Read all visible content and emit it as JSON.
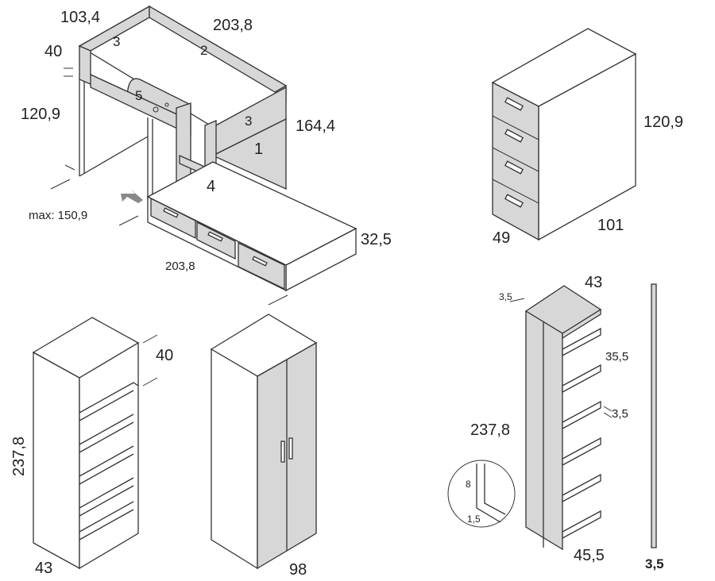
{
  "colors": {
    "panel": "#d7d7d7",
    "outline": "#333333",
    "background": "#ffffff"
  },
  "bunk_bed": {
    "depth_top": "103,4",
    "length_top": "203,8",
    "rail_height": "40",
    "height": "120,9",
    "total_height_right": "164,4",
    "max_label": "max: 150,9",
    "length_bottom": "203,8",
    "drawer_height": "32,5",
    "part_1": "1",
    "part_2": "2",
    "part_3a": "3",
    "part_3b": "3",
    "part_4": "4",
    "part_5": "5"
  },
  "chest": {
    "height": "120,9",
    "depth": "49",
    "width": "101"
  },
  "open_shelving": {
    "height": "237,8",
    "depth": "40",
    "width": "43"
  },
  "wardrobe": {
    "width": "98"
  },
  "corner_shelf": {
    "top_depth": "43",
    "side_thickness": "3,5",
    "shelf_spacing": "35,5",
    "shelf_thickness": "3,5",
    "height": "237,8",
    "bottom_width": "45,5",
    "detail_a": "8",
    "detail_b": "1,5"
  },
  "strip": {
    "thickness": "3,5"
  }
}
